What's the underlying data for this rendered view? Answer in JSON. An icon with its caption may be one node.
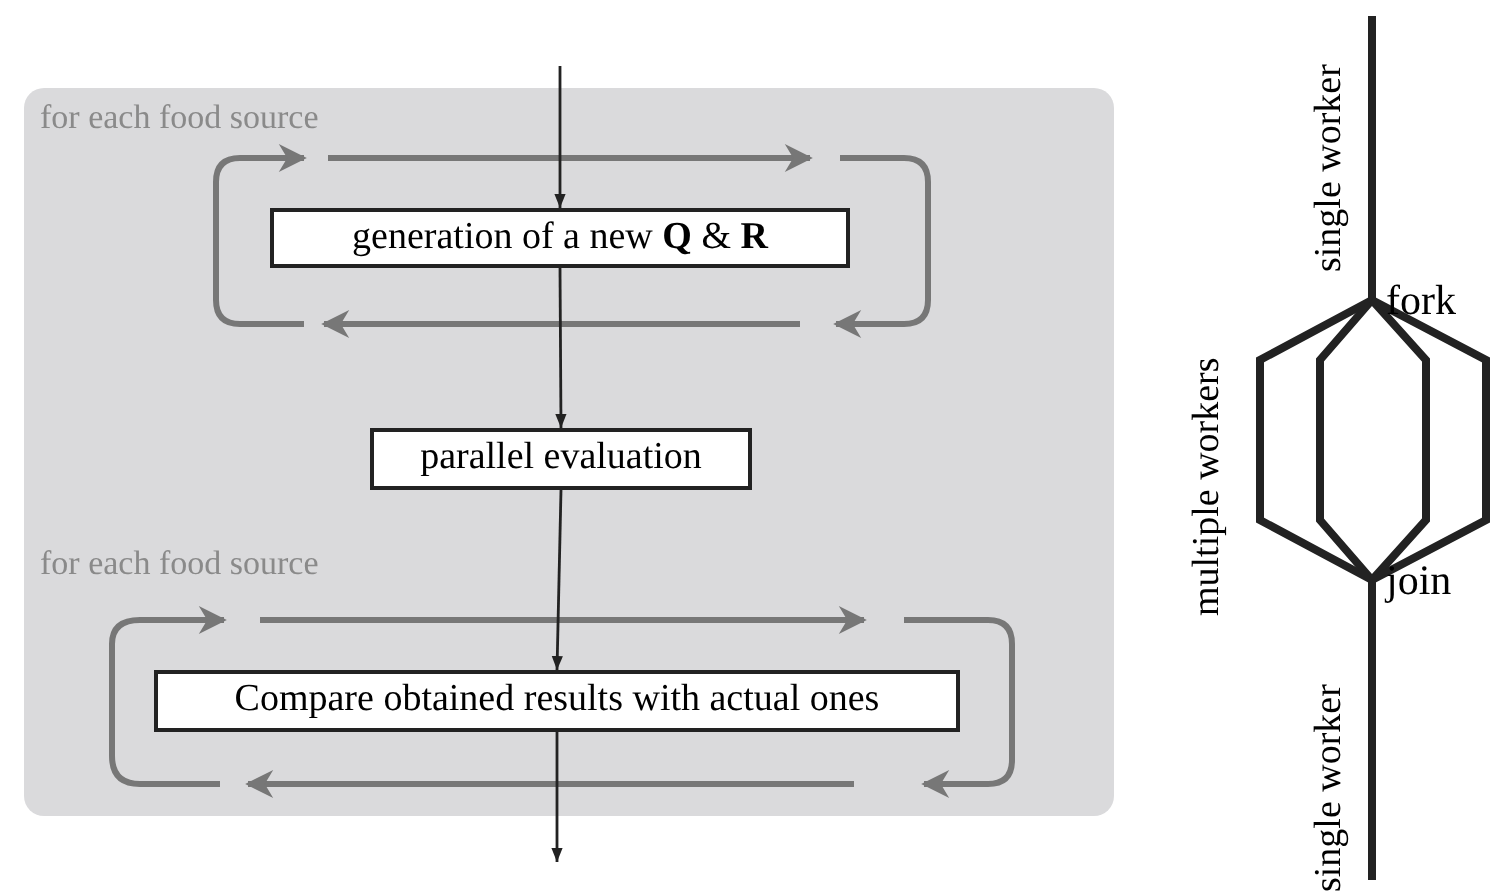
{
  "diagram": {
    "nodes": [
      {
        "text": [
          "for each food source",
          "for each food source"
        ]
      },
      {
        "text": [
          "generation of a new **Q** & **R**"
        ],
        "in": 0
      },
      {
        "text": [
          "parallel evaluation"
        ],
        "in": 0
      },
      {
        "text": [
          "Compare obtained results with actual ones"
        ],
        "in": 0
      },
      {
        "text": [
          "fork"
        ]
      },
      {
        "text": [
          "join"
        ]
      }
    ],
    "edges": [
      {
        "from": null,
        "to": 1,
        "arrow": "to"
      },
      {
        "from": 1,
        "to": 2,
        "arrow": "to"
      },
      {
        "from": 2,
        "to": 3,
        "arrow": "to"
      },
      {
        "from": 3,
        "to": null,
        "arrow": "to"
      },
      {
        "from": null,
        "to": 4,
        "arrow": "none",
        "label": "single worker"
      },
      {
        "from": 4,
        "to": 5,
        "arrow": "none",
        "label": "multiple workers"
      },
      {
        "from": 4,
        "to": 5,
        "arrow": "none"
      },
      {
        "from": 4,
        "to": 5,
        "arrow": "none"
      },
      {
        "from": 4,
        "to": 5,
        "arrow": "none"
      },
      {
        "from": 5,
        "to": null,
        "arrow": "none",
        "label": "single worker"
      }
    ]
  }
}
